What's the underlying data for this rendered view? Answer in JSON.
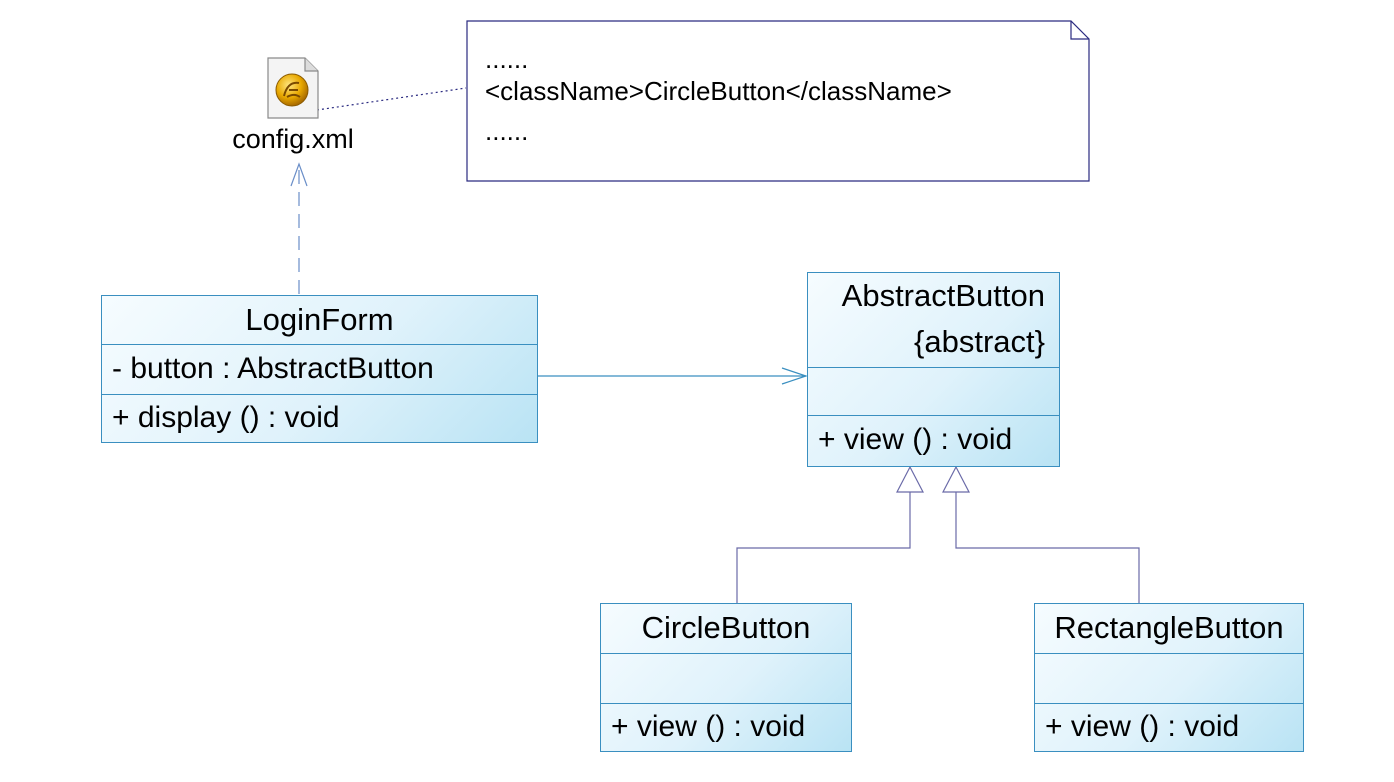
{
  "artifact": {
    "label": "config.xml",
    "icon": "xml-file-icon"
  },
  "note": {
    "lines": [
      "......",
      "<className>CircleButton</className>",
      "......"
    ]
  },
  "classes": {
    "login_form": {
      "name": "LoginForm",
      "attribute": "-  button  : AbstractButton",
      "operation": "+  display ()  : void"
    },
    "abstract_button": {
      "name": "AbstractButton",
      "stereotype": "{abstract}",
      "operation": "+  view ()  : void"
    },
    "circle_button": {
      "name": "CircleButton",
      "operation": "+  view ()  : void"
    },
    "rectangle_button": {
      "name": "RectangleButton",
      "operation": "+  view ()  : void"
    }
  },
  "relations": [
    {
      "type": "dependency",
      "from": "LoginForm",
      "to": "config.xml"
    },
    {
      "type": "association",
      "from": "LoginForm",
      "to": "AbstractButton"
    },
    {
      "type": "generalization",
      "from": "CircleButton",
      "to": "AbstractButton"
    },
    {
      "type": "generalization",
      "from": "RectangleButton",
      "to": "AbstractButton"
    },
    {
      "type": "note-anchor",
      "from": "note",
      "to": "config.xml"
    }
  ],
  "colors": {
    "class_border": "#3a8fc0",
    "class_fill_light": "#f6fcff",
    "class_fill_dark": "#b9e3f4",
    "connector": "#3a8fc0",
    "note_border": "#2a2a80",
    "generalization": "#6a6aa8"
  }
}
